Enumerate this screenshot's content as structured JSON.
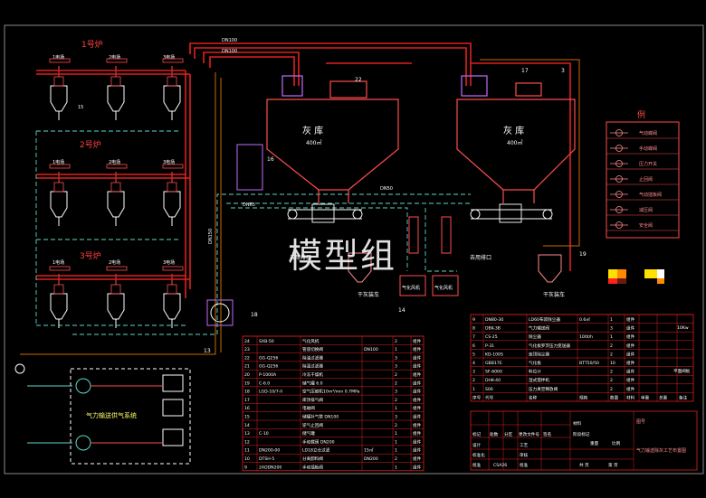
{
  "boilers": [
    {
      "label": "1号炉",
      "fields": [
        "1电场",
        "2电场",
        "3电场"
      ],
      "tag": "15"
    },
    {
      "label": "2号炉",
      "fields": [
        "1电场",
        "2电场",
        "3电场"
      ],
      "tag": ""
    },
    {
      "label": "3号炉",
      "fields": [
        "1电场",
        "2电场",
        "3电场"
      ],
      "tag": ""
    }
  ],
  "silos": [
    {
      "name": "灰 库",
      "capacity": "400㎡"
    },
    {
      "name": "灰 库",
      "capacity": "400㎡"
    }
  ],
  "pipe_labels": {
    "dn1": "DN100",
    "dn2": "DN100",
    "dn3": "DN150",
    "dn4": "DN50",
    "dn5": "DN65"
  },
  "mark_numbers": [
    "22",
    "17",
    "3",
    "16",
    "18",
    "13",
    "14",
    "19"
  ],
  "unload": [
    "干灰装车",
    "干灰装车"
  ],
  "bypass": [
    "去用排口",
    "去用排口"
  ],
  "fans": [
    "气化风机",
    "气化风机"
  ],
  "gas_system_label": "气力输送供气系统",
  "legend": {
    "title": "例",
    "items": [
      "气动蝶阀",
      "手动蝶阀",
      "压力开关",
      "止回阀",
      "气动插板阀",
      "减压阀",
      "安全阀"
    ]
  },
  "watermark": "模型组",
  "table_right": {
    "rows": [
      [
        "9",
        "DN80-30",
        "LD60布袋除尘器",
        "0.6㎡",
        "1",
        "组件",
        "",
        "",
        ""
      ],
      [
        "8",
        "DBK-3B",
        "气力输送阀",
        "",
        "3",
        "组件",
        "",
        "",
        ""
      ],
      [
        "7",
        "CS-25",
        "除尘器",
        "100t/h",
        "1",
        "组件",
        "",
        "",
        ""
      ],
      [
        "6",
        "P-31",
        "气化板罗茨压力变送器",
        "",
        "2",
        "组件",
        "",
        "",
        ""
      ],
      [
        "5",
        "KD-100S",
        "库顶除尘器",
        "",
        "2",
        "组件",
        "",
        "",
        ""
      ],
      [
        "4",
        "GBB17E",
        "气化板",
        "BTT50/50",
        "10",
        "组件",
        "",
        "",
        ""
      ],
      [
        "3",
        "SF-6000",
        "料位计",
        "",
        "2",
        "组件",
        "",
        "",
        ""
      ],
      [
        "2",
        "DHK-40",
        "湿式搅拌机",
        "",
        "2",
        "组件",
        "",
        "",
        ""
      ],
      [
        "1",
        "S06",
        "压力真空释放阀",
        "",
        "2",
        "组件",
        "",
        "",
        ""
      ]
    ],
    "header": [
      "序号",
      "代号",
      "名称",
      "规格",
      "数量",
      "材料",
      "单重",
      "总重",
      "备注"
    ],
    "extra": [
      "10Kw",
      "平面阀板"
    ]
  },
  "table_left": {
    "rows": [
      [
        "24",
        "SXB-50",
        "气化风机",
        "",
        "2",
        "组件"
      ],
      [
        "23",
        "",
        "管道切换阀",
        "DN100",
        "1",
        "组件"
      ],
      [
        "22",
        "GG-Q256",
        "除油过滤器",
        "",
        "3",
        "组件"
      ],
      [
        "21",
        "GG-Q256",
        "除湿过滤器",
        "",
        "3",
        "组件"
      ],
      [
        "20",
        "P-1000A",
        "冷冻干燥机",
        "",
        "2",
        "组件"
      ],
      [
        "19",
        "C-6.0",
        "储气罐 6.0",
        "",
        "2",
        "组件"
      ],
      [
        "18",
        "LGD-10/7-II",
        "空气压缩机10m³/min 0.7MPa",
        "",
        "3",
        "组件"
      ],
      [
        "17",
        "",
        "库顶排气阀",
        "",
        "2",
        "组件"
      ],
      [
        "16",
        "",
        "电磁阀",
        "",
        "1",
        "组件"
      ],
      [
        "15",
        "",
        "储罐补气管 DN100",
        "",
        "3",
        "组件"
      ],
      [
        "14",
        "",
        "逆气止回阀",
        "",
        "2",
        "组件"
      ],
      [
        "13",
        "C-10",
        "储气罐",
        "",
        "1",
        "组件"
      ],
      [
        "12",
        "",
        "手动蝶阀 DN200",
        "",
        "1",
        "组件"
      ],
      [
        "11",
        "DN200-00",
        "LD18立仓过滤",
        "15㎡",
        "1",
        "组件"
      ],
      [
        "10",
        "DTSH-5",
        "分离卸料阀",
        "DN200",
        "2",
        "组件"
      ],
      [
        "9",
        "2ADDN200",
        "手动插板阀",
        "",
        "1",
        "组件"
      ]
    ]
  },
  "title_block": {
    "labels": [
      "标记",
      "处数",
      "分区",
      "更改文件号",
      "签名",
      "设计",
      "工艺",
      "审核",
      "批准",
      "标准化",
      "批准"
    ],
    "cells": [
      "材料",
      "阶段标记",
      "重量",
      "比例",
      "共 页",
      "第 页"
    ],
    "drawing_title": "气力输送除灰工艺布置图",
    "number_label": "图号",
    "unit": "CSA26"
  }
}
